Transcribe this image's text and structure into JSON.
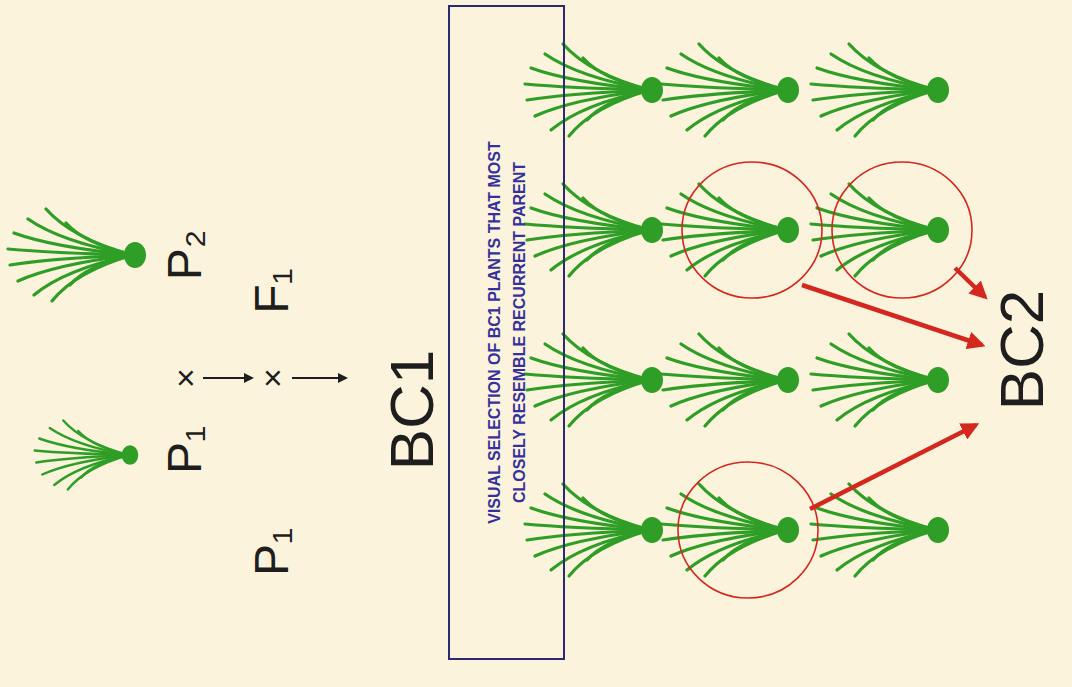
{
  "diagram": {
    "nodes": [
      {
        "text": [
          "VISUAL SELECTION OF BC1 PLANTS THAT MOST CLOSELY RESEMBLE RECURRENT PARENT"
        ]
      }
    ],
    "labels": [
      "P₁",
      "×",
      "P₂",
      "F₁",
      "P₁",
      "×",
      "BC1",
      "BC2"
    ]
  }
}
